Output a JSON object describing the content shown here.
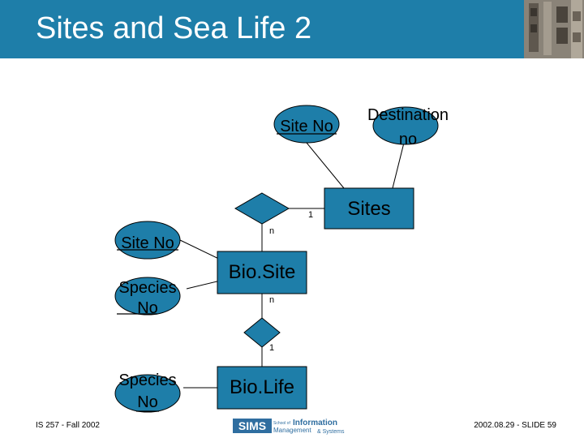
{
  "slide": {
    "title": "Sites and Sea Life 2",
    "footer_left": "IS 257 - Fall 2002",
    "footer_right": "2002.08.29 - SLIDE 59"
  },
  "logo": {
    "brand": "SIMS",
    "small1": "School of",
    "big1": "Information",
    "small2": "Management",
    "big2": "& Systems"
  },
  "diagram": {
    "entities": {
      "sites": "Sites",
      "biosite": "Bio.Site",
      "biolife": "Bio.Life"
    },
    "attributes": {
      "site_no_top": "Site No",
      "destination_line1": "Destination",
      "destination_line2": "no",
      "site_no_left": "Site No",
      "species_no_1_line1": "Species",
      "species_no_1_line2": "No",
      "species_no_2_line1": "Species",
      "species_no_2_line2": "No"
    },
    "cardinalities": {
      "sites_rel": "1",
      "biosite_rel_top": "n",
      "biosite_rel_bottom": "n",
      "biolife_rel": "1"
    }
  },
  "colors": {
    "header": "#1e7ea9",
    "shape_fill": "#1e7ea9"
  }
}
